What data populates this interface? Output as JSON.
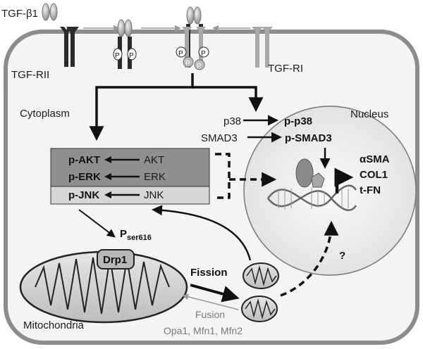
{
  "labels": {
    "ligand": "TGF-β1",
    "receptor_ii": "TGF-RII",
    "receptor_i": "TGF-RI",
    "cytoplasm": "Cytoplasm",
    "nucleus": "Nucleus",
    "phospho": "P",
    "p38": "p38",
    "p_p38": "p-p38",
    "smad3": "SMAD3",
    "p_smad3": "p-SMAD3",
    "genes": [
      "αSMA",
      "COL1",
      "t-FN"
    ],
    "kinases": [
      {
        "phospho": "p-AKT",
        "base": "AKT"
      },
      {
        "phospho": "p-ERK",
        "base": "ERK"
      },
      {
        "phospho": "p-JNK",
        "base": "JNK"
      }
    ],
    "pser_main": "P",
    "pser_sub": "ser616",
    "drp1": "Drp1",
    "mitochondria": "Mitochondria",
    "fission": "Fission",
    "fusion": "Fusion",
    "fusion_proteins": "Opa1, Mfn1, Mfn2",
    "question": "?"
  },
  "colors": {
    "cell_border": "#8c8c8c",
    "cell_fill": "#f4f4f4",
    "nucleus_fill": "#e9e9e9",
    "akt_erk_box": "#8f8f8f",
    "jnk_box": "#d6d6d6",
    "receptor_dark": "#2a2a2a",
    "receptor_light": "#a8a8a8"
  }
}
